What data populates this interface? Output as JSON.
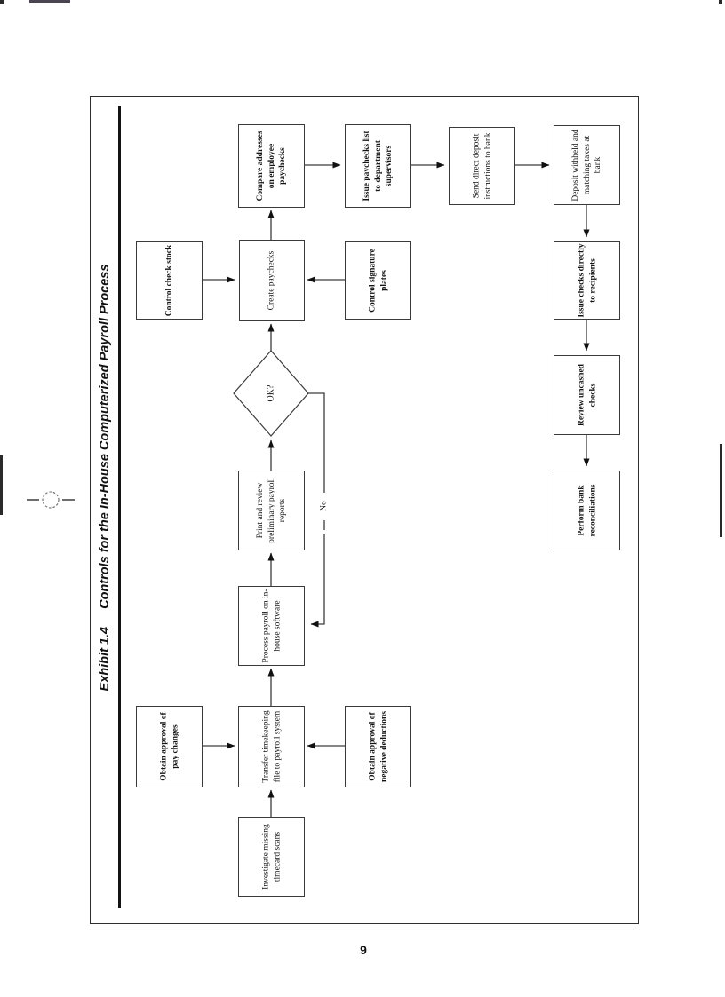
{
  "colors": {
    "ink": "#1a1a1a",
    "line": "#3c3c3c",
    "background": "#ffffff"
  },
  "page": {
    "number": "9"
  },
  "exhibit": {
    "title_prefix": "Exhibit 1.4",
    "title": "Controls for the In-House Computerized Payroll Process"
  },
  "flowchart": {
    "decision": {
      "label": "OK?"
    },
    "no_label": "No",
    "nodes": [
      {
        "id": "compare-addresses",
        "label": "Compare addresses on employee paychecks",
        "emphasis": "bold"
      },
      {
        "id": "issue-paychecks-list",
        "label": "Issue paychecks list to department supervisors",
        "emphasis": "bold"
      },
      {
        "id": "send-direct-deposit",
        "label": "Send direct deposit instructions to bank",
        "emphasis": "regular"
      },
      {
        "id": "deposit-withheld-taxes",
        "label": "Deposit withheld and matching taxes at bank",
        "emphasis": "regular"
      },
      {
        "id": "control-check-stock",
        "label": "Control check stock",
        "emphasis": "bold"
      },
      {
        "id": "create-paychecks",
        "label": "Create paychecks",
        "emphasis": "regular"
      },
      {
        "id": "control-signature-plates",
        "label": "Control signature plates",
        "emphasis": "bold"
      },
      {
        "id": "issue-checks-directly",
        "label": "Issue checks directly to recipients",
        "emphasis": "bold"
      },
      {
        "id": "review-uncashed-checks",
        "label": "Review uncashed checks",
        "emphasis": "bold"
      },
      {
        "id": "print-review-preliminary",
        "label": "Print and review preliminary payroll reports",
        "emphasis": "regular"
      },
      {
        "id": "perform-bank-reconciliations",
        "label": "Perform bank reconciliations",
        "emphasis": "bold"
      },
      {
        "id": "process-payroll-inhouse",
        "label": "Process payroll on in-house software",
        "emphasis": "regular"
      },
      {
        "id": "obtain-approval-pay-changes",
        "label": "Obtain approval of pay changes",
        "emphasis": "bold"
      },
      {
        "id": "transfer-timekeeping-file",
        "label": "Transfer timekeeping file to payroll system",
        "emphasis": "regular"
      },
      {
        "id": "obtain-approval-negative-deductions",
        "label": "Obtain approval of negative deductions",
        "emphasis": "bold"
      },
      {
        "id": "investigate-missing-timecards",
        "label": "Investigate missing timecard scans",
        "emphasis": "regular"
      }
    ]
  }
}
